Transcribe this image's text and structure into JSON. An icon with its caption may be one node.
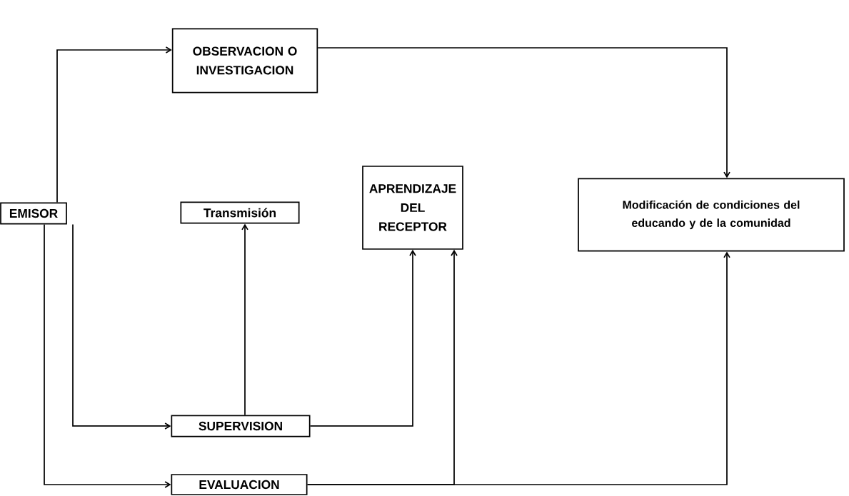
{
  "diagram": {
    "nodes": [
      {
        "text": [
          "OBSERVACION O INVESTIGACION"
        ]
      },
      {
        "text": [
          "EMISOR"
        ]
      },
      {
        "text": [
          "Transmisión"
        ]
      },
      {
        "text": [
          "APRENDIZAJE DEL RECEPTOR"
        ]
      },
      {
        "text": [
          "Modificación de condiciones del educando y de la comunidad"
        ]
      },
      {
        "text": [
          "SUPERVISION"
        ]
      },
      {
        "text": [
          "EVALUACION"
        ]
      }
    ],
    "edges": [
      {
        "from": 1,
        "to": 0,
        "arrow": "to"
      },
      {
        "from": 0,
        "to": 4,
        "arrow": "to"
      },
      {
        "from": 1,
        "to": 5,
        "arrow": "to"
      },
      {
        "from": 1,
        "to": 6,
        "arrow": "to"
      },
      {
        "from": 5,
        "to": 2,
        "arrow": "to"
      },
      {
        "from": 5,
        "to": 3,
        "arrow": "to"
      },
      {
        "from": 6,
        "to": 3,
        "arrow": "to"
      },
      {
        "from": 6,
        "to": 4,
        "arrow": "to"
      }
    ]
  }
}
